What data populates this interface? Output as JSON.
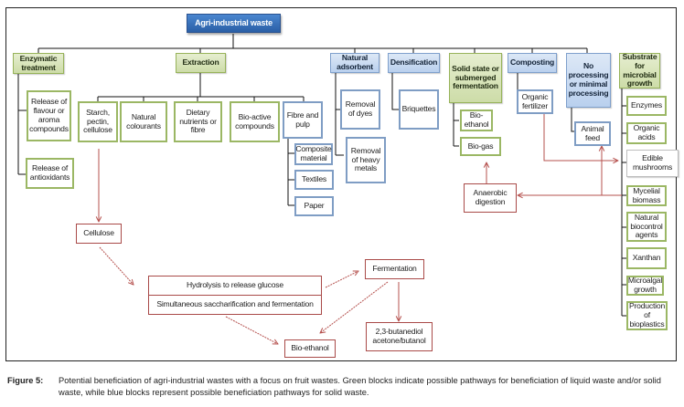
{
  "diagram": {
    "root": "Agri-industrial waste",
    "categories": {
      "enzymatic": "Enzymatic\ntreatment",
      "extraction": "Extraction",
      "natural_adsorbent": "Natural\nadsorbent",
      "densification": "Densification",
      "fermentation": "Solid state or\nsubmerged\nfermentation",
      "composting": "Composting",
      "no_processing": "No\nprocessing\nor minimal\nprocessing",
      "substrate": "Substrate\nfor\nmicrobial\ngrowth"
    },
    "enzymatic_items": [
      "Release of\nflavour or\naroma\ncompounds",
      "Release of\nantioxidants"
    ],
    "extraction_items": [
      "Starch,\npectin,\ncellulose",
      "Natural\ncolourants",
      "Dietary\nnutrients or\nfibre",
      "Bio-active\ncompounds",
      "Fibre and\npulp"
    ],
    "fibre_items": [
      "Composite\nmaterial",
      "Textiles",
      "Paper"
    ],
    "adsorbent_items": [
      "Removal\nof dyes",
      "Removal\nof heavy\nmetals"
    ],
    "densification_items": [
      "Briquettes"
    ],
    "fermentation_items": [
      "Bio-\nethanol",
      "Bio-gas"
    ],
    "composting_items": [
      "Organic\nfertilizer"
    ],
    "no_processing_items": [
      "Animal\nfeed"
    ],
    "substrate_items": [
      "Enzymes",
      "Organic\nacids",
      "Edible\nmushrooms",
      "Mycelial\nbiomass",
      "Natural\nbiocontrol\nagents",
      "Xanthan",
      "Microalgal\ngrowth",
      "Production\nof\nbioplastics"
    ],
    "process": {
      "cellulose": "Cellulose",
      "hydrolysis": "Hydrolysis to release glucose",
      "ssf": "Simultaneous saccharification and fermentation",
      "fermentation": "Fermentation",
      "bioethanol": "Bio-ethanol",
      "butanediol": "2,3-butanediol\nacetone/butanol",
      "anaerobic": "Anaerobic\ndigestion"
    }
  },
  "colors": {
    "green_block": "#cddca8",
    "blue_block": "#b9d0ee",
    "root_block": "#2a5fa6",
    "process_red": "#a94a48"
  },
  "caption": {
    "label": "Figure 5:",
    "text": "Potential beneficiation of agri-industrial wastes with a focus on fruit wastes. Green blocks indicate possible pathways for beneficiation of liquid waste and/or solid waste, while blue blocks represent possible beneficiation pathways for solid waste."
  }
}
